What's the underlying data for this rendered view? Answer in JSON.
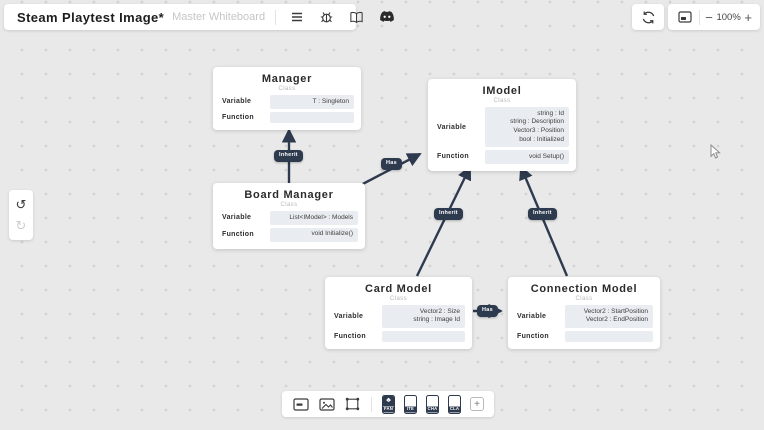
{
  "header": {
    "title": "Steam Playtest Image*",
    "subtitle": "Master Whiteboard",
    "icons": [
      "menu",
      "bug-report",
      "documentation-book",
      "discord"
    ]
  },
  "view_controls": {
    "zoom_out": "−",
    "zoom_level": "100%",
    "zoom_in": "+",
    "undo": "↺",
    "redo": "↻"
  },
  "canvas": {
    "nodes": [
      {
        "title": "Manager",
        "subtitle": "Class",
        "rows": [
          {
            "label": "Variable",
            "lines": [
              "T : Singleton"
            ]
          },
          {
            "label": "Function",
            "lines": []
          }
        ]
      },
      {
        "title": "IModel",
        "subtitle": "Class",
        "rows": [
          {
            "label": "Variable",
            "lines": [
              "string : Id",
              "string : Description",
              "Vector3 : Position",
              "bool : Initialized"
            ]
          },
          {
            "label": "Function",
            "lines": [
              "void Setup()"
            ]
          }
        ]
      },
      {
        "title": "Board Manager",
        "subtitle": "Class",
        "rows": [
          {
            "label": "Variable",
            "lines": [
              "List<IModel> : Models"
            ]
          },
          {
            "label": "Function",
            "lines": [
              "void Initialize()"
            ]
          }
        ]
      },
      {
        "title": "Card Model",
        "subtitle": "Class",
        "rows": [
          {
            "label": "Variable",
            "lines": [
              "Vector2 : Size",
              "string : Image Id"
            ]
          },
          {
            "label": "Function",
            "lines": []
          }
        ]
      },
      {
        "title": "Connection Model",
        "subtitle": "Class",
        "rows": [
          {
            "label": "Variable",
            "lines": [
              "Vector2 : StartPosition",
              "Vector2 : EndPosition"
            ]
          },
          {
            "label": "Function",
            "lines": []
          }
        ]
      }
    ],
    "edges": [
      {
        "label": "Inherit",
        "from": "Board Manager",
        "to": "Manager"
      },
      {
        "label": "Has",
        "from": "Board Manager",
        "to": "IModel"
      },
      {
        "label": "Inherit",
        "from": "Card Model",
        "to": "IModel"
      },
      {
        "label": "Inherit",
        "from": "Connection Model",
        "to": "IModel"
      },
      {
        "label": "Has",
        "from": "Card Model",
        "to": "Connection Model"
      }
    ]
  },
  "bottom_toolbar": {
    "tools": [
      "card-note",
      "image",
      "frame"
    ],
    "templates": [
      {
        "label": "FAN",
        "glyph": "♣"
      },
      {
        "label": "ITE",
        "glyph": ""
      },
      {
        "label": "CHA",
        "glyph": ""
      },
      {
        "label": "CLA",
        "glyph": ""
      }
    ],
    "add": "+"
  },
  "colors": {
    "accent_dark": "#2e3a4e",
    "canvas_bg": "#e9e9e9",
    "pill_bg": "#e9ecf0",
    "panel_bg": "#ffffff"
  }
}
